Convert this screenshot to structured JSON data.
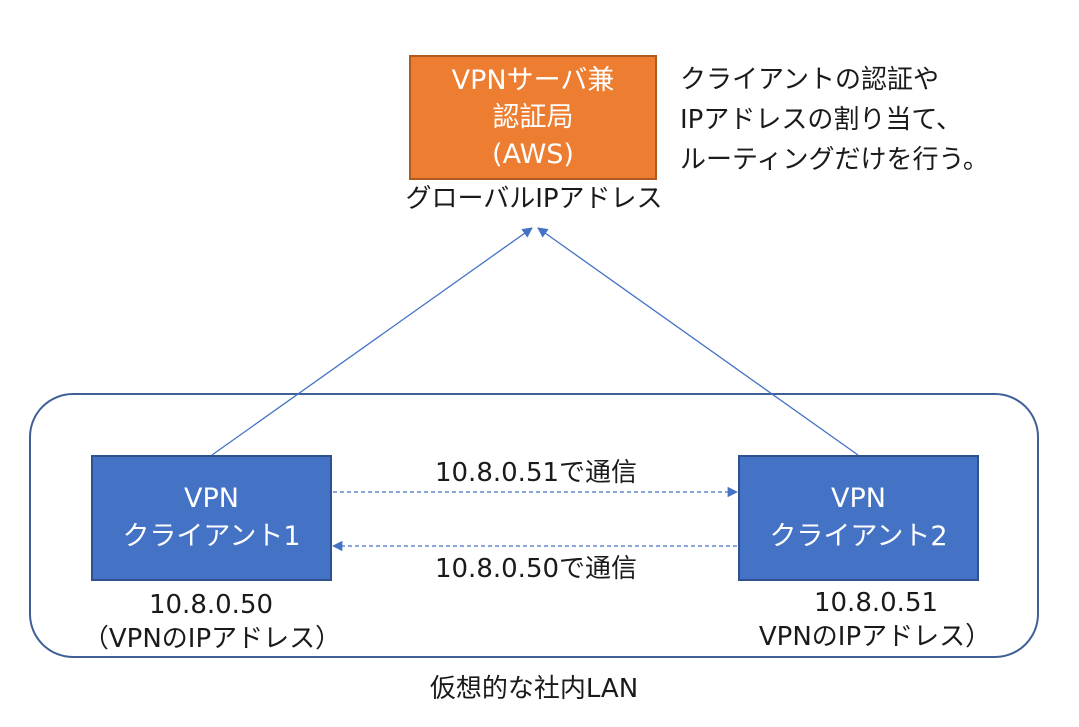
{
  "server": {
    "line1": "VPNサーバ兼",
    "line2": "認証局",
    "line3": "(AWS)",
    "ip_label": "グローバルIPアドレス",
    "description": [
      "クライアントの認証や",
      "IPアドレスの割り当て、",
      "ルーティングだけを行う。"
    ]
  },
  "client1": {
    "line1": "VPN",
    "line2": "クライアント1",
    "ip": "10.8.0.50",
    "ip_note": "（VPNのIPアドレス）"
  },
  "client2": {
    "line1": "VPN",
    "line2": "クライアント2",
    "ip": "10.8.0.51",
    "ip_note": "VPNのIPアドレス）"
  },
  "links": {
    "to_client2": "10.8.0.51で通信",
    "to_client1": "10.8.0.50で通信"
  },
  "lan_label": "仮想的な社内LAN",
  "colors": {
    "server_fill": "#ed7d31",
    "client_fill": "#4472c4",
    "connector": "#4472c4",
    "lan_border": "#3f5f96"
  }
}
